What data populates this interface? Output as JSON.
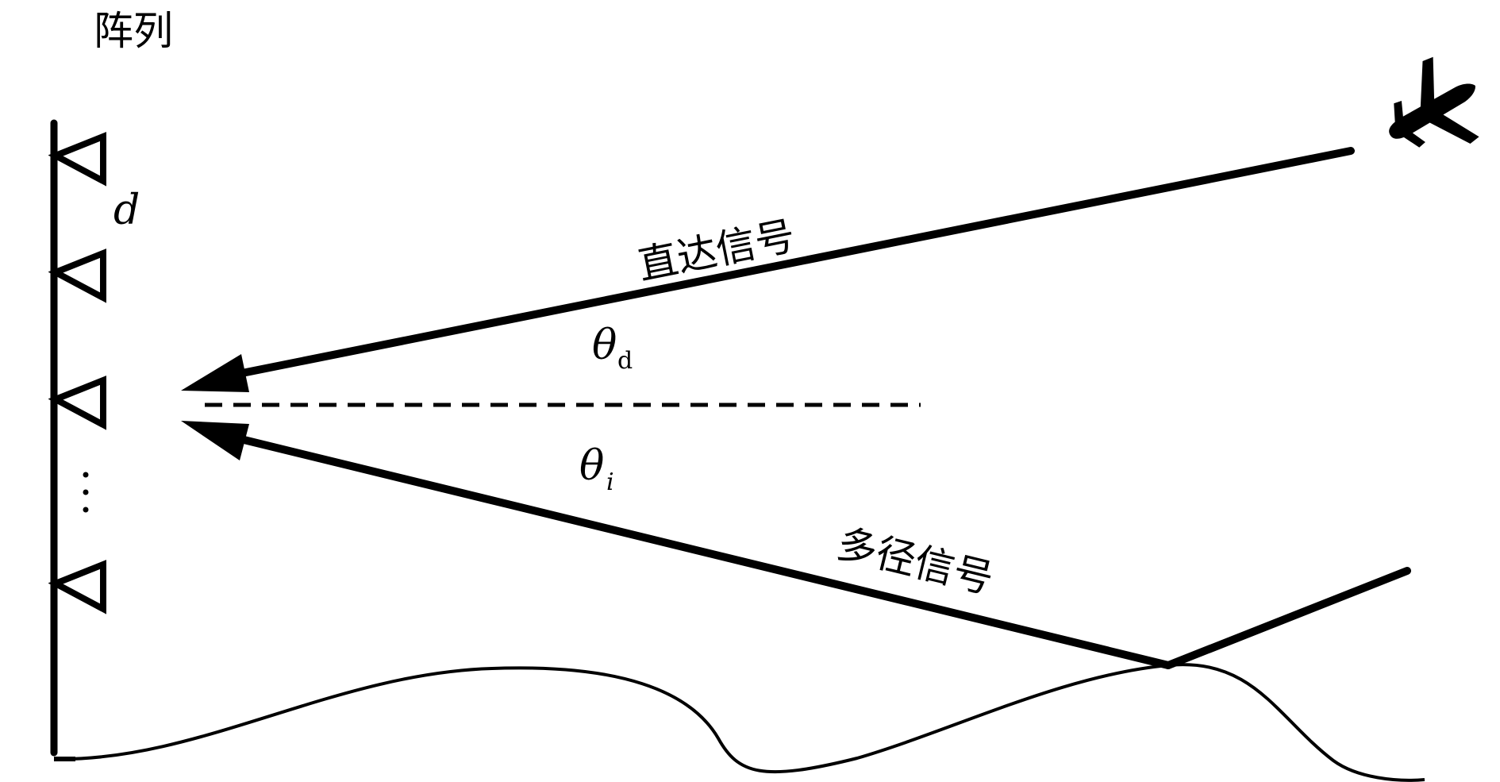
{
  "labels": {
    "array_title": "阵列",
    "spacing": "d",
    "direct_signal": "直达信号",
    "multipath_signal": "多径信号",
    "theta_symbol": "θ",
    "theta_direct_sub": "d",
    "theta_multipath_sub": "i",
    "dots": "⋮"
  },
  "icons": {
    "target": "airplane-icon",
    "element": "antenna-element-icon"
  },
  "colors": {
    "stroke": "#000000",
    "background": "#ffffff"
  }
}
